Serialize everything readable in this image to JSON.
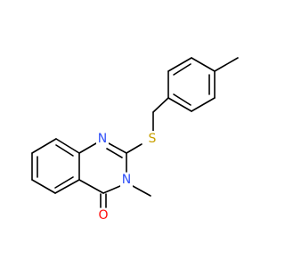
{
  "molecule": {
    "atoms": [
      {
        "id": "n1",
        "symbol": "N",
        "color": "#3050F8"
      },
      {
        "id": "s1",
        "symbol": "S",
        "color": "#C8A000"
      },
      {
        "id": "n3",
        "symbol": "N",
        "color": "#3050F8"
      },
      {
        "id": "o1",
        "symbol": "O",
        "color": "#FF0D0D"
      }
    ],
    "bond_color": "#000000"
  }
}
